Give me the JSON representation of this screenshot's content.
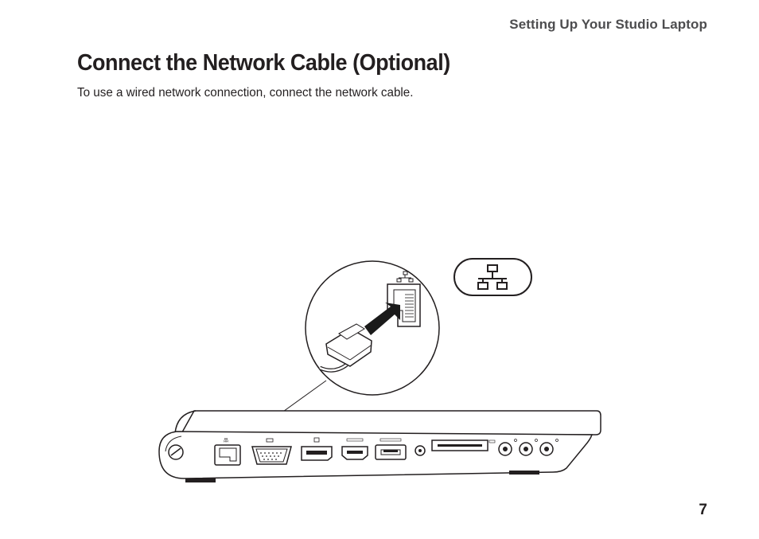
{
  "header": {
    "running_title": "Setting Up Your Studio Laptop"
  },
  "main": {
    "title": "Connect the Network Cable (Optional)",
    "intro": "To use a wired network connection, connect the network cable."
  },
  "illustration": {
    "icons": [
      "network-icon",
      "arrow-icon",
      "network-cable-icon",
      "laptop-side-view"
    ],
    "port_labels": [
      "network-port",
      "vga-port",
      "displayport",
      "hdmi-port",
      "esata-usb-port",
      "ieee-1394-port",
      "media-card-reader",
      "audio-ports"
    ]
  },
  "footer": {
    "page_number": "7"
  }
}
